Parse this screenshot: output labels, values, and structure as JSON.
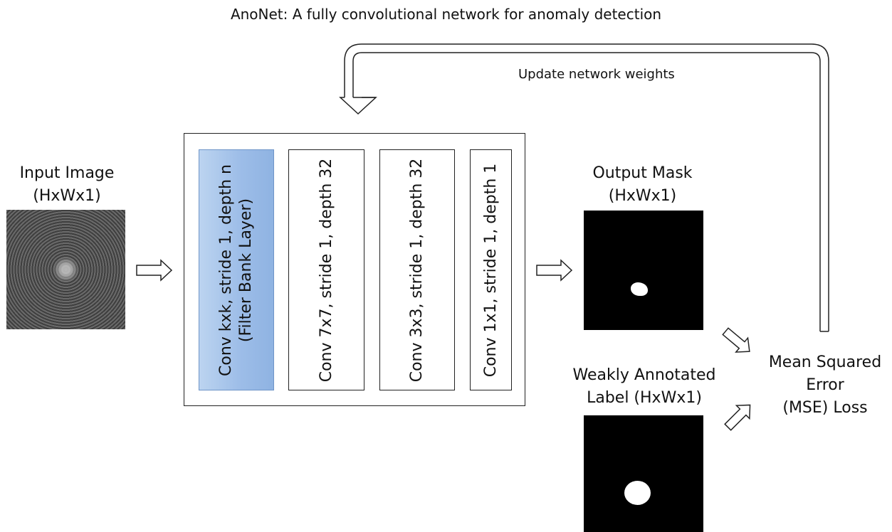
{
  "title": "AnoNet: A fully convolutional network for anomaly detection",
  "feedback_label": "Update network weights",
  "input": {
    "line1": "Input Image",
    "line2": "(HxWx1)"
  },
  "layers": [
    {
      "line1": "Conv kxk, stride 1, depth n",
      "line2": "(Filter Bank Layer)"
    },
    {
      "line1": "Conv 7x7, stride 1, depth 32"
    },
    {
      "line1": "Conv 3x3, stride 1, depth 32"
    },
    {
      "line1": "Conv 1x1, stride 1, depth 1"
    }
  ],
  "output": {
    "line1": "Output Mask",
    "line2": "(HxWx1)"
  },
  "label": {
    "line1": "Weakly Annotated",
    "line2": "Label (HxWx1)"
  },
  "loss": {
    "line1": "Mean Squared",
    "line2": "Error",
    "line3": "(MSE) Loss"
  },
  "colors": {
    "filter_bank": "#9dbde8",
    "mask_bg": "#000000",
    "mask_fg": "#ffffff"
  }
}
